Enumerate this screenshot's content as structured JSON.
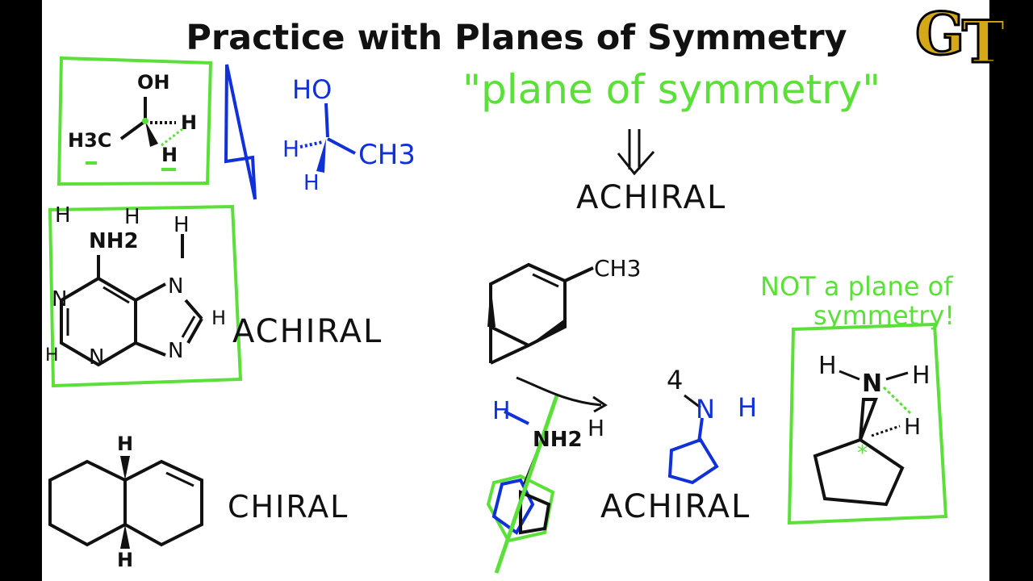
{
  "title": "Practice with Planes of Symmetry",
  "logo": {
    "text": "GT",
    "color": "#d4a817",
    "name": "georgia-tech-logo"
  },
  "notes": {
    "plane_quote": "\"plane of symmetry\"",
    "implies": "⇓",
    "achiral_top": "ACHIRAL",
    "achiral_adenine": "ACHIRAL",
    "chiral_decalin": "CHIRAL",
    "achiral_pyrrole": "ACHIRAL",
    "not_plane_line1": "NOT a plane of",
    "not_plane_line2": "symmetry!"
  },
  "molecule_ethanol": {
    "oh": "OH",
    "h3c": "H3C",
    "h_right": "H",
    "h_bottom": "H",
    "blue_ho": "HO",
    "blue_h_left": "H",
    "blue_ch3": "CH3",
    "blue_h_bottom": "H"
  },
  "molecule_adenine": {
    "h1": "H",
    "h2": "H",
    "nh2": "NH2",
    "h_top": "H",
    "nh": "N",
    "n1": "N",
    "n3": "N",
    "n7": "N",
    "h8": "H",
    "h2c": "H"
  },
  "molecule_carene": {
    "ch3": "CH3"
  },
  "molecule_decalin": {
    "h_top": "H",
    "h_bottom": "H"
  },
  "molecule_pyrrole_left": {
    "h_blue": "H",
    "nh2": "NH2",
    "h_right": "H"
  },
  "molecule_pyrrole_middle": {
    "h4": "4",
    "n": "N",
    "h": "H"
  },
  "molecule_pyrrole_right": {
    "h_left": "H",
    "n": "N",
    "h_right": "H",
    "h_low": "H"
  },
  "colors": {
    "green": "#5be03a",
    "blue": "#1030d8",
    "black": "#111111",
    "gold": "#d4a817"
  }
}
